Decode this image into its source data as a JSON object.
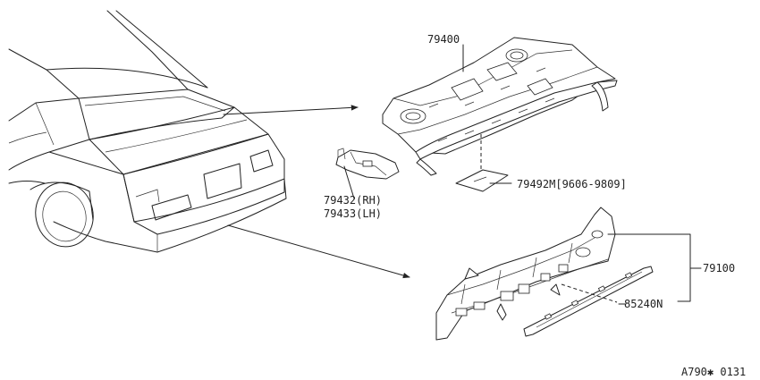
{
  "callouts": {
    "rear_panel_upper": "79400",
    "bracket_rh": "79432(RH)",
    "bracket_lh": "79433(LH)",
    "pad": "79492M[9606-9809]",
    "rear_panel_lower": "79100",
    "finisher": "85240N"
  },
  "figure_code": "A790✱ 0131"
}
